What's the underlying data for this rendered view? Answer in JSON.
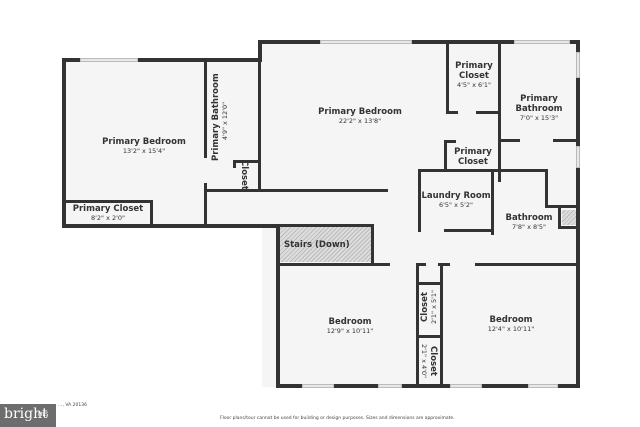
{
  "floorplan": {
    "rooms": [
      {
        "name": "Primary Bedroom",
        "dims": "13'2\" x 15'4\""
      },
      {
        "name": "Primary Closet",
        "dims": "8'2\" x 2'0\""
      },
      {
        "name": "Primary Bathroom",
        "dims": "4'9\" x 12'0\""
      },
      {
        "name": "Closet",
        "dims": ""
      },
      {
        "name": "Primary Bedroom",
        "dims": "22'2\" x 13'8\""
      },
      {
        "name": "Primary Closet",
        "dims": "4'5\" x 6'1\""
      },
      {
        "name": "Primary Bathroom",
        "dims": "7'0\" x 15'3\""
      },
      {
        "name": "Primary Closet",
        "dims": ""
      },
      {
        "name": "Laundry Room",
        "dims": "6'5\" x 5'2\""
      },
      {
        "name": "Bathroom",
        "dims": "7'8\" x 8'5\""
      },
      {
        "name": "Stairs (Down)",
        "dims": ""
      },
      {
        "name": "Bedroom",
        "dims": "12'9\" x 10'11\""
      },
      {
        "name": "Closet",
        "dims": "2'1\" x 5'1\""
      },
      {
        "name": "Closet",
        "dims": "2'1\" x 4'0\""
      },
      {
        "name": "Bedroom",
        "dims": "12'4\" x 10'11\""
      }
    ]
  },
  "footer": {
    "address": "…, VA 20136",
    "disclaimer": "Floor plans/tour cannot be used for building or design purposes. Sizes and dimensions are approximate.",
    "logo_main": "bright",
    "logo_sub": "MLS"
  }
}
